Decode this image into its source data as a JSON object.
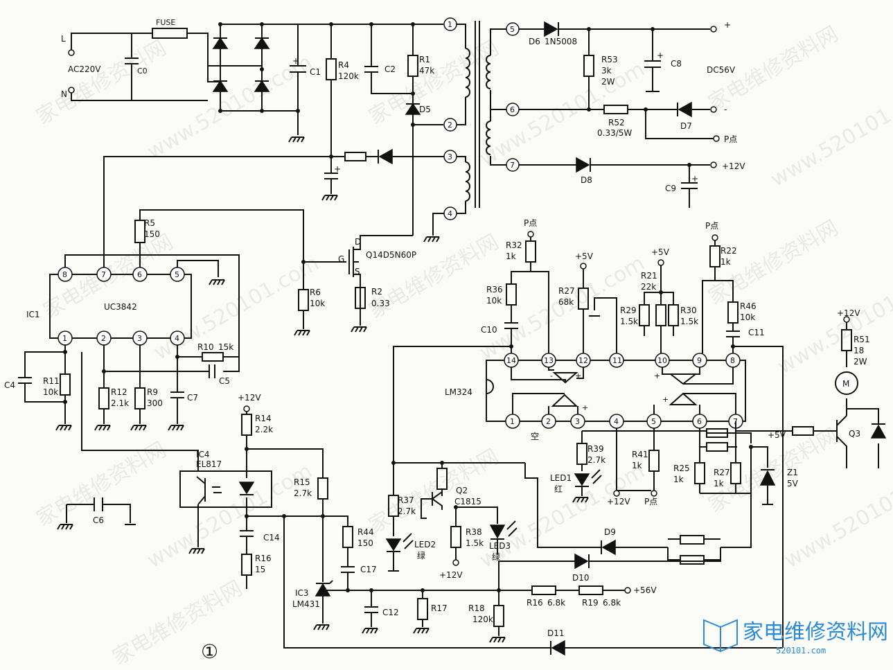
{
  "labels": {
    "L": "L",
    "N": "N",
    "ac": "AC220V",
    "fuse": "FUSE",
    "c0": "C0",
    "c1": "C1",
    "r4": "R4",
    "r4v": "120k",
    "c2": "C2",
    "r1": "R1",
    "r1v": "47k",
    "d5": "D5",
    "p1": "1",
    "p2": "2",
    "p3": "3",
    "p4": "4",
    "p5": "5",
    "p6": "6",
    "p7": "7",
    "d6": "D6",
    "d6v": "1N5008",
    "r53": "R53",
    "r53v": "3k",
    "r53p": "2W",
    "c8": "C8",
    "dc56": "DC56V",
    "plus": "+",
    "minus": "-",
    "r52": "R52",
    "r52v": "0.33/5W",
    "d7": "D7",
    "ppt": "P点",
    "d8": "D8",
    "p12v": "+12V",
    "c9": "C9",
    "r5": "R5",
    "r5v": "150",
    "ic1": "IC1",
    "uc": "UC3842",
    "u8": "8",
    "u7": "7",
    "u6": "6",
    "u5": "5",
    "u1": "1",
    "u2": "2",
    "u3": "3",
    "u4": "4",
    "d": "D",
    "g": "G",
    "s": "S",
    "q1": "Q14D5N60P",
    "r6": "R6",
    "r6v": "10k",
    "r2": "R2",
    "r2v": "0.33",
    "c4": "C4",
    "r11": "R11",
    "r11v": "10k",
    "r12": "R12",
    "r12v": "2.1k",
    "r9": "R9",
    "r9v": "300",
    "c7": "C7",
    "r10": "R10",
    "r10v": "15k",
    "c5": "C5",
    "r32": "R32",
    "r32v": "1k",
    "r36": "R36",
    "r36v": "10k",
    "c10": "C10",
    "p5v": "+5V",
    "r27a": "R27",
    "r27av": "68k",
    "r21": "R21",
    "r21v": "22k",
    "r29": "R29",
    "r29v": "1.5k",
    "r30": "R30",
    "r30v": "1.5k",
    "r22": "R22",
    "r22v": "1k",
    "r46": "R46",
    "r46v": "10k",
    "c11": "C11",
    "lm324": "LM324",
    "l14": "14",
    "l13": "13",
    "l12": "12",
    "l11": "11",
    "l10": "10",
    "l9": "9",
    "l8": "8",
    "l1": "1",
    "l2": "2",
    "l3": "3",
    "l4": "4",
    "l5": "5",
    "l6": "6",
    "l7": "7",
    "kong": "空",
    "r39": "R39",
    "r39v": "2.7k",
    "led1": "LED1",
    "hong": "红",
    "r41": "R41",
    "r41v": "1k",
    "r25": "R25",
    "r25v": "1k",
    "r27b": "R27",
    "r27bv": "1k",
    "z1": "Z1",
    "z1v": "5V",
    "r51": "R51",
    "r51v": "18",
    "r51p": "2W",
    "m": "M",
    "q3": "Q3",
    "ic4": "IC4",
    "el817": "EL817",
    "r14": "R14",
    "r14v": "2.2k",
    "c6": "C6",
    "r15": "R15",
    "r15v": "2.7k",
    "c14": "C14",
    "r16a": "R16",
    "r16av": "15",
    "r44": "R44",
    "r44v": "150",
    "c17": "C17",
    "ic3": "IC3",
    "lm431": "LM431",
    "c12": "C12",
    "r17": "R17",
    "r18": "R18",
    "r18v": "120k",
    "r37": "R37",
    "r37v": "2.7k",
    "led2": "LED2",
    "lv": "绿",
    "q2": "Q2",
    "c1815": "C1815",
    "r38": "R38",
    "r38v": "1.5k",
    "led3": "LED3",
    "d9": "D9",
    "d10": "D10",
    "r16b": "R16",
    "r16bv": "6.8k",
    "r19": "R19",
    "r19v": "6.8k",
    "p56v": "+56V",
    "d11": "D11",
    "fig": "①"
  },
  "watermark": {
    "site": "www.520101.com",
    "cn": "家电维修资料网",
    "logo_cn": "家电维修资料网",
    "logo_url": "520101.com"
  },
  "colors": {
    "ink": "#111111",
    "logo": "#2b8bd6",
    "paper": "#fbfbf8"
  }
}
